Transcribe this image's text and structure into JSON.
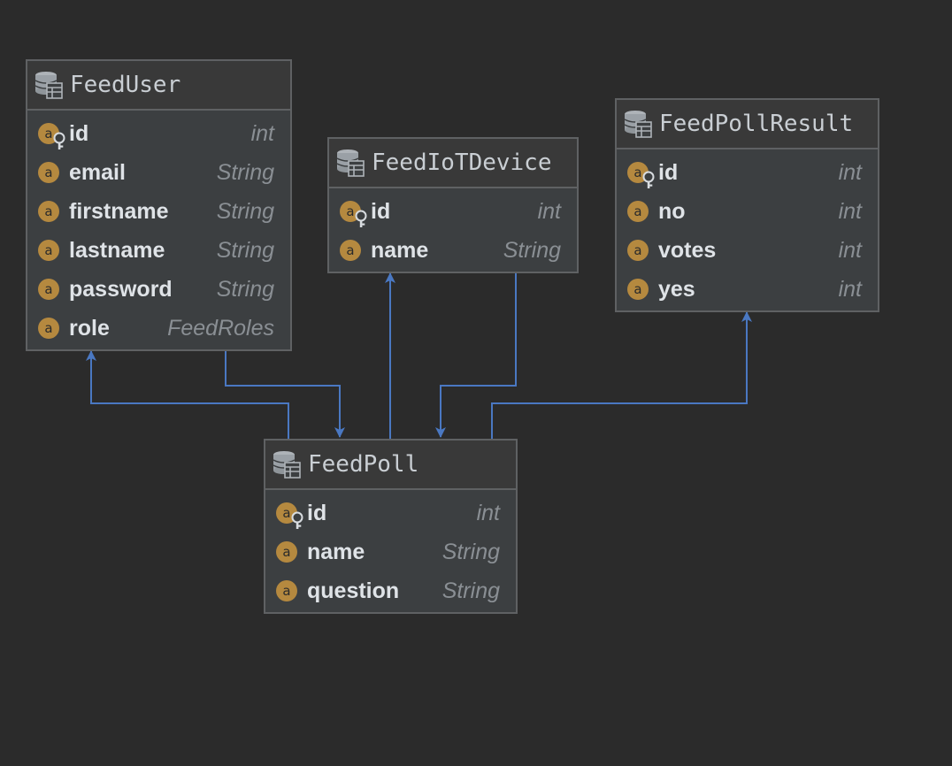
{
  "entities": [
    {
      "id": "feeduser",
      "title": "FeedUser",
      "attributes": [
        {
          "name": "id",
          "type": "int",
          "primary_key": true
        },
        {
          "name": "email",
          "type": "String",
          "primary_key": false
        },
        {
          "name": "firstname",
          "type": "String",
          "primary_key": false
        },
        {
          "name": "lastname",
          "type": "String",
          "primary_key": false
        },
        {
          "name": "password",
          "type": "String",
          "primary_key": false
        },
        {
          "name": "role",
          "type": "FeedRoles",
          "primary_key": false
        }
      ]
    },
    {
      "id": "feediotdevice",
      "title": "FeedIoTDevice",
      "attributes": [
        {
          "name": "id",
          "type": "int",
          "primary_key": true
        },
        {
          "name": "name",
          "type": "String",
          "primary_key": false
        }
      ]
    },
    {
      "id": "feedpollresult",
      "title": "FeedPollResult",
      "attributes": [
        {
          "name": "id",
          "type": "int",
          "primary_key": true
        },
        {
          "name": "no",
          "type": "int",
          "primary_key": false
        },
        {
          "name": "votes",
          "type": "int",
          "primary_key": false
        },
        {
          "name": "yes",
          "type": "int",
          "primary_key": false
        }
      ]
    },
    {
      "id": "feedpoll",
      "title": "FeedPoll",
      "attributes": [
        {
          "name": "id",
          "type": "int",
          "primary_key": true
        },
        {
          "name": "name",
          "type": "String",
          "primary_key": false
        },
        {
          "name": "question",
          "type": "String",
          "primary_key": false
        }
      ]
    }
  ],
  "relations": [
    {
      "from": "feedpoll",
      "to": "feeduser"
    },
    {
      "from": "feeduser",
      "to": "feedpoll"
    },
    {
      "from": "feedpoll",
      "to": "feediotdevice"
    },
    {
      "from": "feediotdevice",
      "to": "feedpoll"
    },
    {
      "from": "feedpoll",
      "to": "feedpollresult"
    }
  ],
  "colors": {
    "background": "#2b2b2b",
    "entity_fill": "#3c3f41",
    "entity_border": "#5f6163",
    "arrow": "#4a78c2",
    "attribute_icon": "#b5893f"
  },
  "icons": {
    "entity": "database-table-icon",
    "attribute": "field-icon",
    "primary_key": "key-icon"
  }
}
